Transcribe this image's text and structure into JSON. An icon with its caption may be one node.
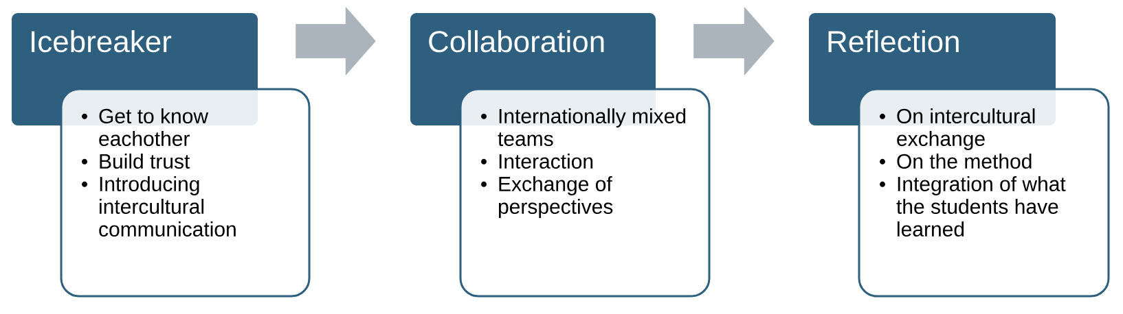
{
  "diagram": {
    "nodes": [
      {
        "text": [
          "Icebreaker"
        ]
      },
      {
        "text": [
          "Get to know eachother",
          "Build trust",
          "Introducing intercultural communication"
        ]
      },
      {
        "text": [
          "Collaboration"
        ]
      },
      {
        "text": [
          "Internationally mixed teams",
          "Interaction",
          "Exchange of perspectives"
        ]
      },
      {
        "text": [
          "Reflection"
        ]
      },
      {
        "text": [
          "On intercultural exchange",
          "On the method",
          "Integration of what the students have learned"
        ]
      }
    ],
    "edges": [
      {
        "from": 0,
        "to": 2,
        "arrow": "to"
      },
      {
        "from": 2,
        "to": 4,
        "arrow": "to"
      }
    ]
  }
}
